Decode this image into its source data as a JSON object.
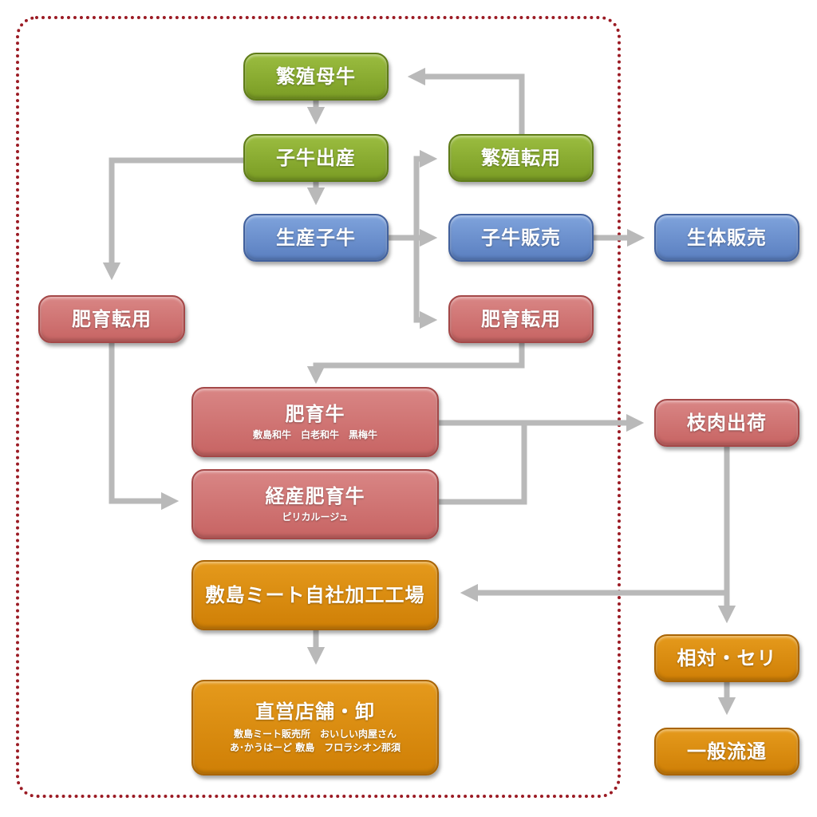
{
  "nodes": {
    "hanshoku_boushu": "繁殖母牛",
    "koushi_shussan": "子牛出産",
    "hanshoku_tenyou": "繁殖転用",
    "seisan_koushi": "生産子牛",
    "koushi_hanbai": "子牛販売",
    "seitai_hanbai": "生体販売",
    "hiiku_tenyou_left": "肥育転用",
    "hiiku_tenyou_right": "肥育転用",
    "hiikugyu": {
      "title": "肥育牛",
      "brands": "敷島和牛　白老和牛　黒梅牛"
    },
    "keisan_hiikugyu": {
      "title": "経産肥育牛",
      "brand": "ピリカルージュ"
    },
    "edaniku_shukka": "枝肉出荷",
    "kakou_kojo": "敷島ミート自社加工工場",
    "chokuei": {
      "title": "直営店舗・卸",
      "line1": "敷島ミート販売所　おいしい肉屋さん",
      "line2": "あ･かうはーど 敷島　フロラシオン那須"
    },
    "soutai_seri": "相対・セリ",
    "ippan_ryutsu": "一般流通"
  },
  "colors": {
    "green": "#8aac30",
    "blue": "#6b8fce",
    "red": "#d07574",
    "orange": "#dc8d10",
    "arrow": "#b9b9b9",
    "boundary": "#9b1b24"
  }
}
